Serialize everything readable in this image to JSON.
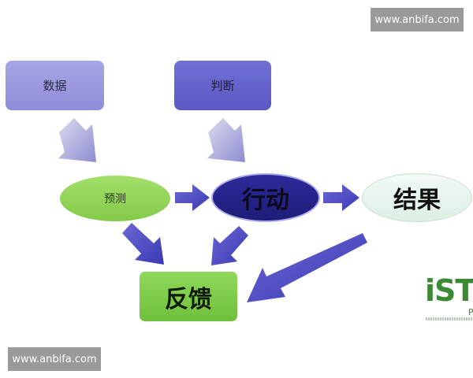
{
  "watermarks": {
    "top": "www.anbifa.com",
    "bottom": "www.anbifa.com"
  },
  "nodes": {
    "data": "数据",
    "judge": "判断",
    "predict": "预测",
    "action": "行动",
    "result": "结果",
    "feedback": "反馈"
  },
  "logo": {
    "main": "iSTE",
    "sub": "PA"
  },
  "colors": {
    "arrow_light": "#a9a8dc",
    "arrow_dark": "#4a48bf",
    "predict_fill": "#8fd356",
    "action_fill": "#24228a",
    "result_fill": "#e6f4ec",
    "feedback_fill": "#7fcc4a",
    "logo_green": "#3a8b34"
  },
  "icons": [
    "flow-arrow-icon"
  ]
}
